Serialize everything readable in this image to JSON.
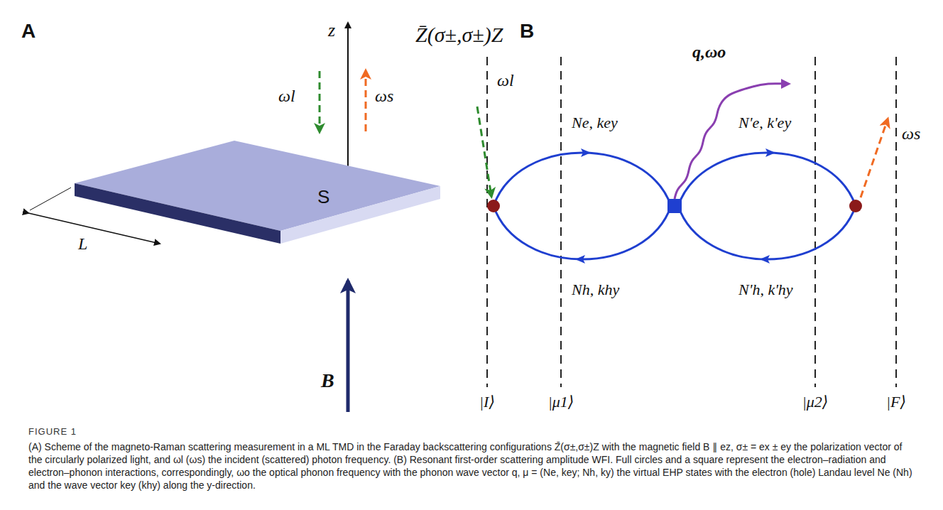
{
  "diagram": {
    "title": "FIGURE 1",
    "caption": "(A) Scheme of the magneto-Raman scattering measurement in a ML TMD in the Faraday backscattering configurations Z̄(σ±,σ±)Z with the magnetic field B ∥ ez, σ± = ex ± ey the polarization vector of the circularly polarized light, and ωl (ωs) the incident (scattered) photon frequency. (B) Resonant first-order scattering amplitude WFI. Full circles and a square represent the electron–radiation and electron–phonon interactions, correspondingly, ωo the optical phonon frequency with the phonon wave vector q, μ = (Ne, key; Nh, ky) the virtual EHP states with the electron (hole) Landau level Ne (Nh) and the wave vector key (khy) along the y-direction.",
    "labels": [
      "A",
      "z",
      "ωl",
      "ωs",
      "Z̄(σ±,σ±)Z",
      "S",
      "L",
      "B",
      "B",
      "ωl",
      "Ne, key",
      "Nh, khy",
      "q,ωo",
      "N'e, k'ey",
      "N'h, k'hy",
      "ωs",
      "|I⟩",
      "|μ1⟩",
      "|μ2⟩",
      "|F⟩"
    ]
  }
}
